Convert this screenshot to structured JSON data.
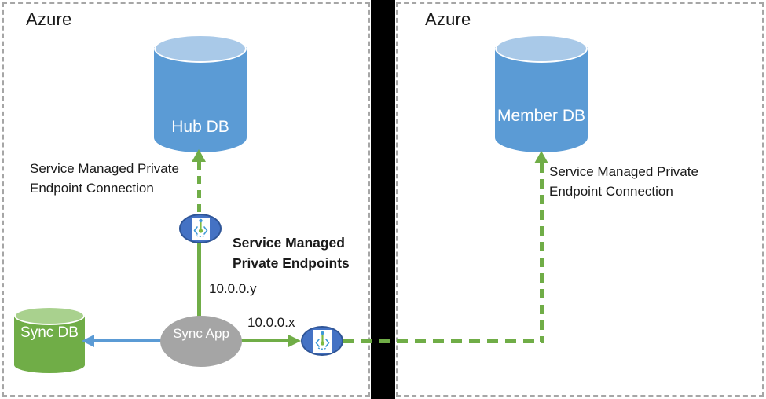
{
  "panels": {
    "left": {
      "title": "Azure"
    },
    "right": {
      "title": "Azure"
    }
  },
  "nodes": {
    "hub_db": {
      "label": "Hub DB",
      "shape": "cylinder",
      "color": "#5b9bd5"
    },
    "member_db": {
      "label": "Member\nDB",
      "shape": "cylinder",
      "color": "#5b9bd5"
    },
    "sync_db": {
      "label": "Sync\nDB",
      "shape": "cylinder",
      "color": "#70ad47"
    },
    "sync_app": {
      "label": "Sync\nApp",
      "shape": "ellipse",
      "color": "#a5a5a5"
    },
    "private_endpoint_hub": {
      "icon": "private-link-icon",
      "color": "#4472c4"
    },
    "private_endpoint_member": {
      "icon": "private-link-icon",
      "color": "#4472c4"
    }
  },
  "annotations": {
    "hub_connection": "Service Managed Private\nEndpoint Connection",
    "member_connection": "Service Managed Private\nEndpoint Connection",
    "smpe_title": "Service Managed\nPrivate Endpoints",
    "ip_y": "10.0.0.y",
    "ip_x": "10.0.0.x"
  },
  "colors": {
    "green": "#70ad47",
    "blue": "#5b9bd5",
    "endpoint_blue": "#4472c4",
    "gray": "#a5a5a5",
    "divider": "#000000",
    "panel_border": "#a6a6a6"
  }
}
